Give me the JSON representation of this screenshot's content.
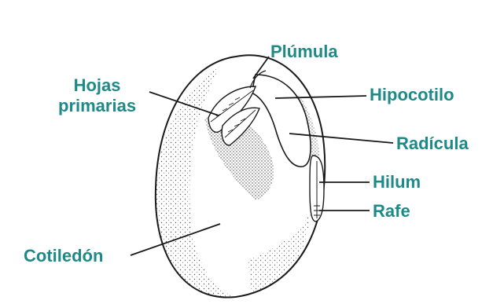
{
  "diagram": {
    "labels": {
      "plumula": "Plúmula",
      "hojas_primarias_line1": "Hojas",
      "hojas_primarias_line2": "primarias",
      "hipocotilo": "Hipocotilo",
      "radicula": "Radícula",
      "hilum": "Hilum",
      "rafe": "Rafe",
      "cotiledon": "Cotiledón"
    },
    "colors": {
      "label": "#1e8a88",
      "outline": "#1a1a1a",
      "stipple": "#3a3a3a",
      "background": "#ffffff"
    }
  }
}
